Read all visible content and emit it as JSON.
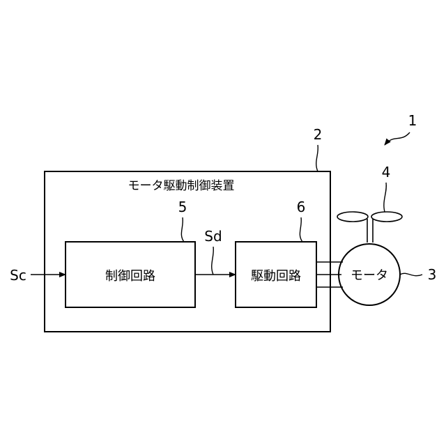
{
  "labels": {
    "system_ref": "1",
    "device_ref": "2",
    "motor_ref": "3",
    "propeller_ref": "4",
    "control_ref": "5",
    "drive_ref": "6",
    "device_title": "モータ駆動制御装置",
    "control_circuit": "制御回路",
    "drive_circuit": "駆動回路",
    "motor": "モータ",
    "input_signal": "Sc",
    "drive_signal": "Sd"
  }
}
